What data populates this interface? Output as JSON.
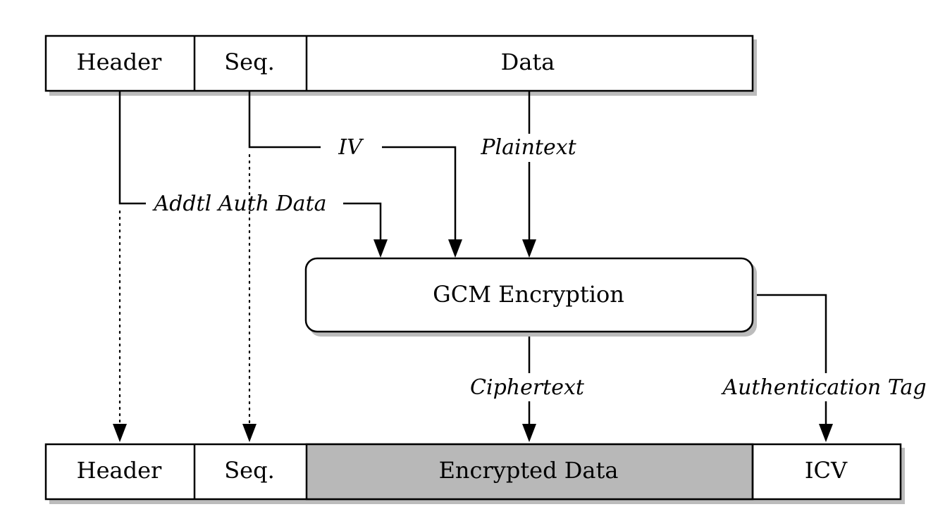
{
  "top_packet": {
    "header": "Header",
    "seq": "Seq.",
    "data": "Data"
  },
  "labels": {
    "iv": "IV",
    "plaintext": "Plaintext",
    "aad": "Addtl Auth Data",
    "ciphertext": "Ciphertext",
    "auth_tag": "Authentication Tag"
  },
  "gcm": {
    "title": "GCM Encryption"
  },
  "bottom_packet": {
    "header": "Header",
    "seq": "Seq.",
    "encrypted_data": "Encrypted Data",
    "icv": "ICV"
  },
  "colors": {
    "encrypted_fill": "#b8b8b8",
    "shadow": "#bcbcbc"
  }
}
